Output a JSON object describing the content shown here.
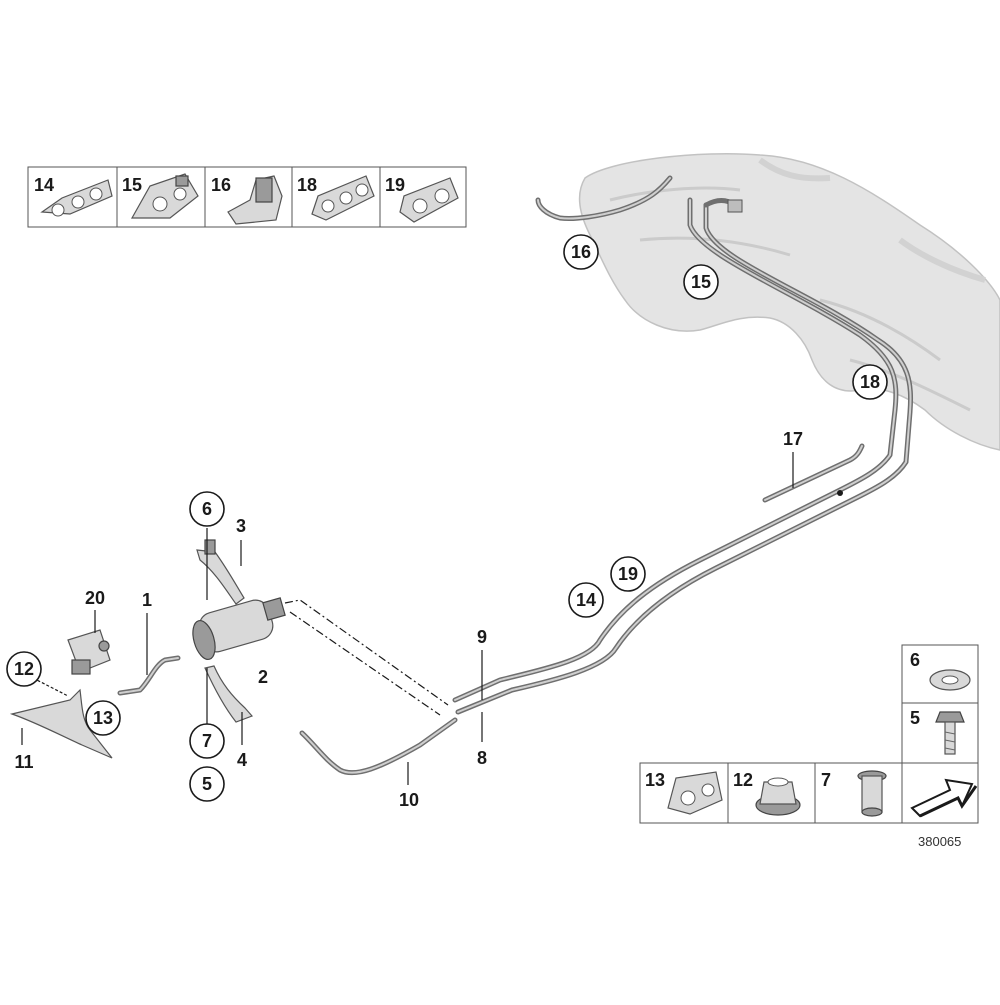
{
  "diagram": {
    "reference_number": "380065",
    "top_clip_panel": [
      {
        "number": "14",
        "icon": "double-pipe-clip-icon"
      },
      {
        "number": "15",
        "icon": "multi-pipe-clip-icon"
      },
      {
        "number": "16",
        "icon": "single-pipe-holder-icon"
      },
      {
        "number": "18",
        "icon": "triple-pipe-clip-icon"
      },
      {
        "number": "19",
        "icon": "double-pipe-clip-icon"
      }
    ],
    "hardware_panel": {
      "right_column": [
        {
          "number": "6",
          "icon": "retaining-washer-icon"
        },
        {
          "number": "5",
          "icon": "hex-bolt-icon"
        }
      ],
      "bottom_row": [
        {
          "number": "13",
          "icon": "pipe-clip-icon"
        },
        {
          "number": "12",
          "icon": "flange-nut-icon"
        },
        {
          "number": "7",
          "icon": "rivet-nut-icon"
        }
      ],
      "direction_icon": "forward-arrow-icon"
    },
    "callouts": [
      {
        "id": "c16",
        "number": "16",
        "circled": true
      },
      {
        "id": "c15",
        "number": "15",
        "circled": true
      },
      {
        "id": "c18",
        "number": "18",
        "circled": true
      },
      {
        "id": "c17",
        "number": "17",
        "circled": false
      },
      {
        "id": "c19",
        "number": "19",
        "circled": true
      },
      {
        "id": "c14",
        "number": "14",
        "circled": true
      },
      {
        "id": "c9",
        "number": "9",
        "circled": false
      },
      {
        "id": "c8",
        "number": "8",
        "circled": false
      },
      {
        "id": "c10",
        "number": "10",
        "circled": false
      },
      {
        "id": "c6",
        "number": "6",
        "circled": true
      },
      {
        "id": "c3",
        "number": "3",
        "circled": false
      },
      {
        "id": "c2",
        "number": "2",
        "circled": false
      },
      {
        "id": "c7",
        "number": "7",
        "circled": true
      },
      {
        "id": "c4",
        "number": "4",
        "circled": false
      },
      {
        "id": "c5",
        "number": "5",
        "circled": true
      },
      {
        "id": "c1",
        "number": "1",
        "circled": false
      },
      {
        "id": "c20",
        "number": "20",
        "circled": false
      },
      {
        "id": "c12",
        "number": "12",
        "circled": true
      },
      {
        "id": "c13",
        "number": "13",
        "circled": true
      },
      {
        "id": "c11",
        "number": "11",
        "circled": false
      }
    ]
  }
}
